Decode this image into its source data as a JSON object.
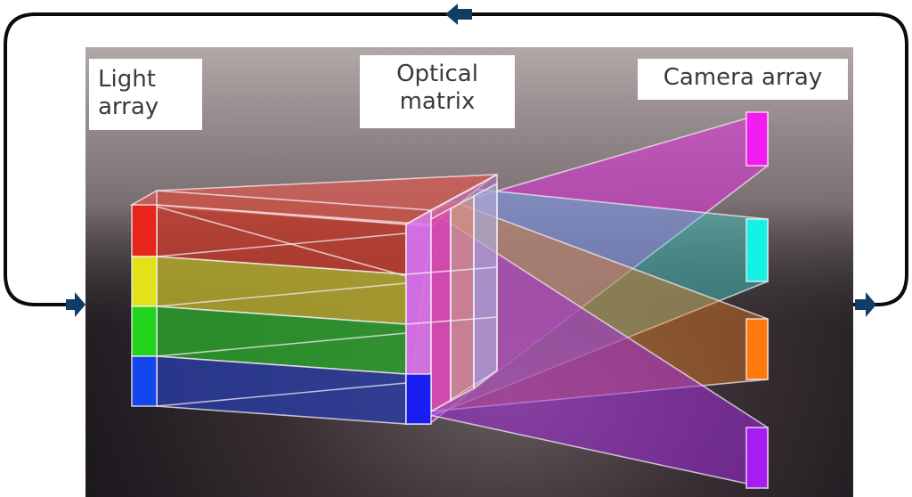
{
  "labels": {
    "light_array": "Light\narray",
    "optical_matrix": "Optical\nmatrix",
    "camera_array": "Camera array"
  },
  "colors": {
    "loop_line": "#0b0b0b",
    "arrow": "#0f3d66",
    "beam_red": "#e8251a",
    "beam_yellow": "#e2e21a",
    "beam_green": "#22d41c",
    "beam_blue": "#1446ee",
    "out_magenta": "#f21cf0",
    "out_cyan": "#14f2e6",
    "out_orange": "#ff7a0c",
    "out_purple": "#a81cf4",
    "matrix_face": "#d878e8"
  },
  "icons": [
    "feedback-arrow-icon",
    "input-arrow-icon",
    "output-arrow-icon"
  ]
}
